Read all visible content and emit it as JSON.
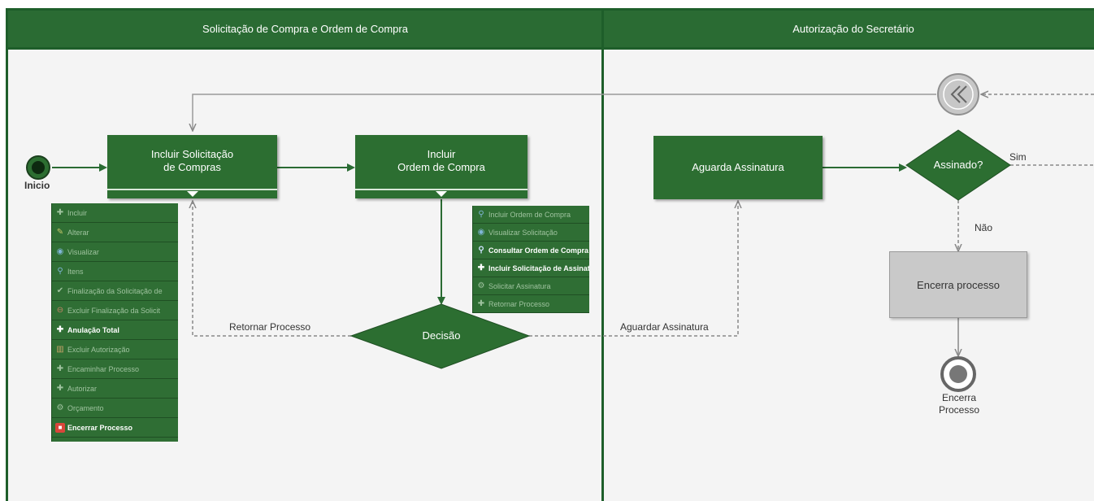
{
  "lanes": [
    {
      "title": "Solicitação de Compra e Ordem de Compra"
    },
    {
      "title": "Autorização do Secretário"
    }
  ],
  "nodes": {
    "start_label": "Inicio",
    "incluir_solicitacao": "Incluir Solicitação\nde Compras",
    "incluir_ordem": "Incluir\nOrdem de Compra",
    "decisao": "Decisão",
    "aguarda_assinatura": "Aguarda Assinatura",
    "assinado": "Assinado?",
    "encerra_processo_box": "Encerra processo",
    "end_label": "Encerra\nProcesso"
  },
  "edge_labels": {
    "retornar": "Retornar Processo",
    "aguardar": "Aguardar Assinatura",
    "sim": "Sim",
    "nao": "Não"
  },
  "menu_left": [
    {
      "label": "Incluir",
      "icon": "plus-icon",
      "bright": false
    },
    {
      "label": "Alterar",
      "icon": "edit-icon",
      "bright": false
    },
    {
      "label": "Visualizar",
      "icon": "eye-icon",
      "bright": false
    },
    {
      "label": "Itens",
      "icon": "search-icon",
      "bright": false
    },
    {
      "label": "Finalização da Solicitação de",
      "icon": "check-icon",
      "bright": false
    },
    {
      "label": "Excluir Finalização da Solicit",
      "icon": "remove-icon",
      "bright": false
    },
    {
      "label": "Anulação Total",
      "icon": "plus-icon",
      "bright": true
    },
    {
      "label": "Excluir Autorização",
      "icon": "trash-icon",
      "bright": false
    },
    {
      "label": "Encaminhar Processo",
      "icon": "plus-icon",
      "bright": false
    },
    {
      "label": "Autorizar",
      "icon": "plus-icon",
      "bright": false
    },
    {
      "label": "Orçamento",
      "icon": "gear-icon",
      "bright": false
    },
    {
      "label": "Encerrar Processo",
      "icon": "stop-icon",
      "bright": true
    }
  ],
  "menu_right": [
    {
      "label": "Incluir Ordem de Compra",
      "icon": "search-icon",
      "bright": false
    },
    {
      "label": "Visualizar Solicitação",
      "icon": "eye-icon",
      "bright": false
    },
    {
      "label": "Consultar Ordem de Compra",
      "icon": "search-icon",
      "bright": true
    },
    {
      "label": "Incluir Solicitação de Assinat",
      "icon": "plus-icon",
      "bright": true
    },
    {
      "label": "Solicitar Assinatura",
      "icon": "gear-icon",
      "bright": false
    },
    {
      "label": "Retornar Processo",
      "icon": "plus-icon",
      "bright": false
    }
  ],
  "colors": {
    "lane_header": "#2a6b33",
    "node_green": "#2c6e31",
    "gray_box": "#c9c9c9"
  }
}
